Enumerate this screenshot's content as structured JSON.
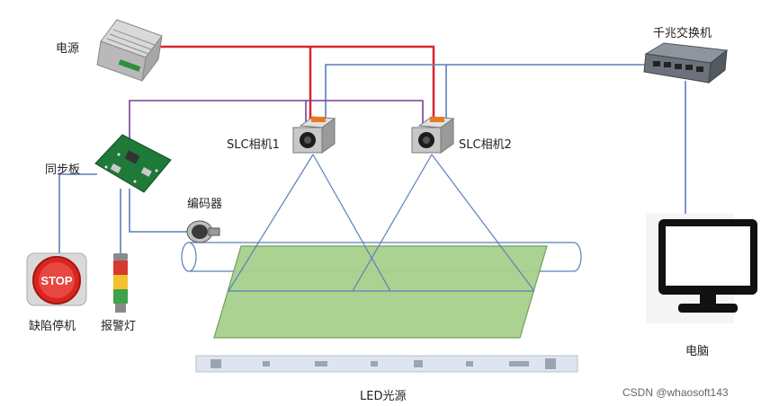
{
  "labels": {
    "power_supply": "电源",
    "gigabit_switch": "千兆交换机",
    "slc_camera_1": "SLC相机1",
    "slc_camera_2": "SLC相机2",
    "sync_board": "同步板",
    "encoder": "编码器",
    "defect_stop": "缺陷停机",
    "alarm_light": "报警灯",
    "computer": "电脑",
    "led_light": "LED光源"
  },
  "stop_button_text": "STOP",
  "watermark": "CSDN @whaosoft143",
  "colors": {
    "power_line": "#d7262b",
    "data_line": "#5b7fb8",
    "sync_line": "#7a3f8f",
    "conveyor_field": "#a8d08d",
    "conveyor_border": "#6a9a55",
    "camera_body": "#c8c8c8",
    "camera_mount": "#e87a25"
  }
}
